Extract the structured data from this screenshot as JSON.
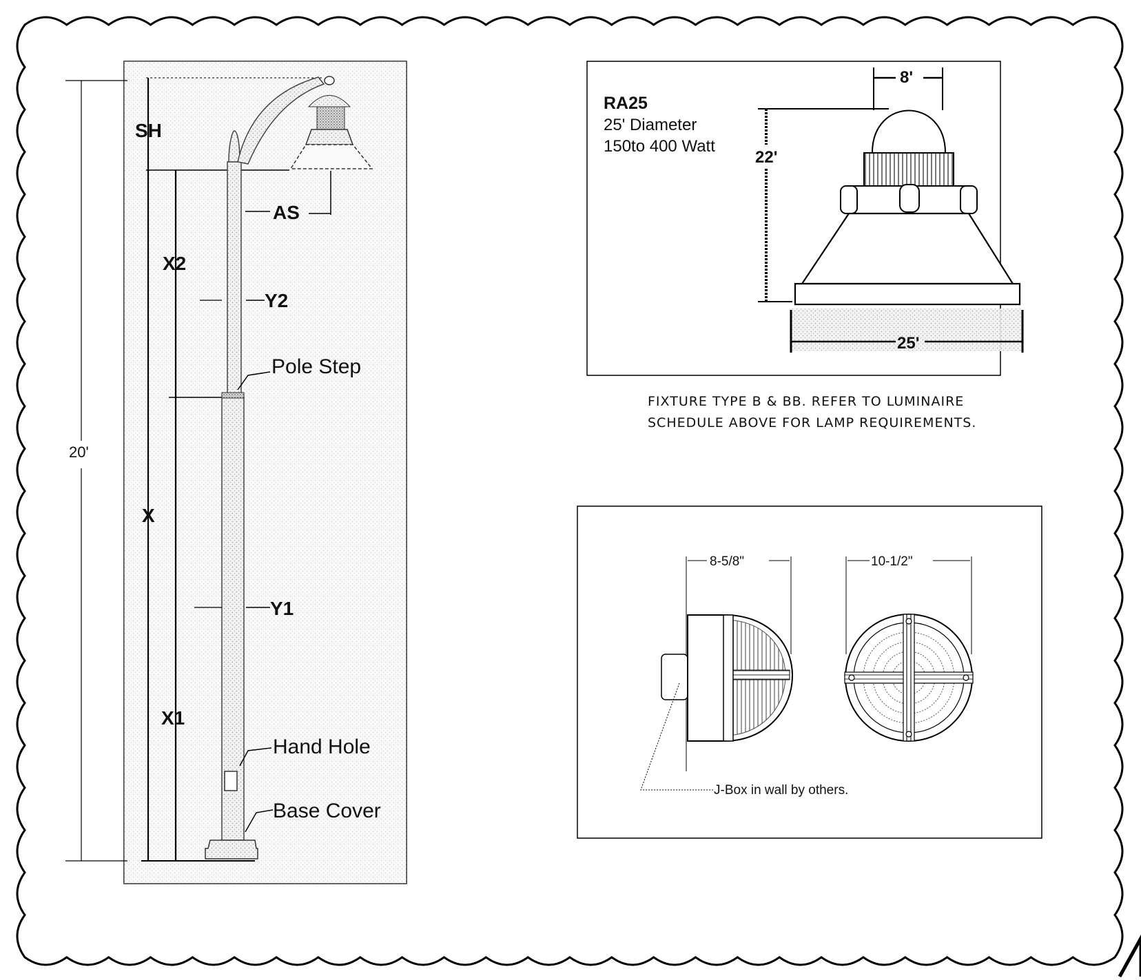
{
  "pole_detail": {
    "overall_height": "20'",
    "labels": {
      "sh": "SH",
      "as": "AS",
      "x2": "X2",
      "y2": "Y2",
      "x": "X",
      "y1": "Y1",
      "x1": "X1",
      "pole_step": "Pole Step",
      "hand_hole": "Hand Hole",
      "base_cover": "Base Cover"
    }
  },
  "fixture_detail": {
    "model": "RA25",
    "diameter": "25' Diameter",
    "wattage": "150to 400 Watt",
    "dim_top": "8'",
    "dim_height": "22'",
    "dim_width": "25'"
  },
  "fixture_note": {
    "line1": "FIXTURE TYPE B & BB.  REFER TO LUMINAIRE",
    "line2": "SCHEDULE ABOVE FOR LAMP REQUIREMENTS."
  },
  "wall_pack_detail": {
    "dim_side": "8-5/8\"",
    "dim_front": "10-1/2\"",
    "jbox_note": "J-Box in wall by others."
  }
}
